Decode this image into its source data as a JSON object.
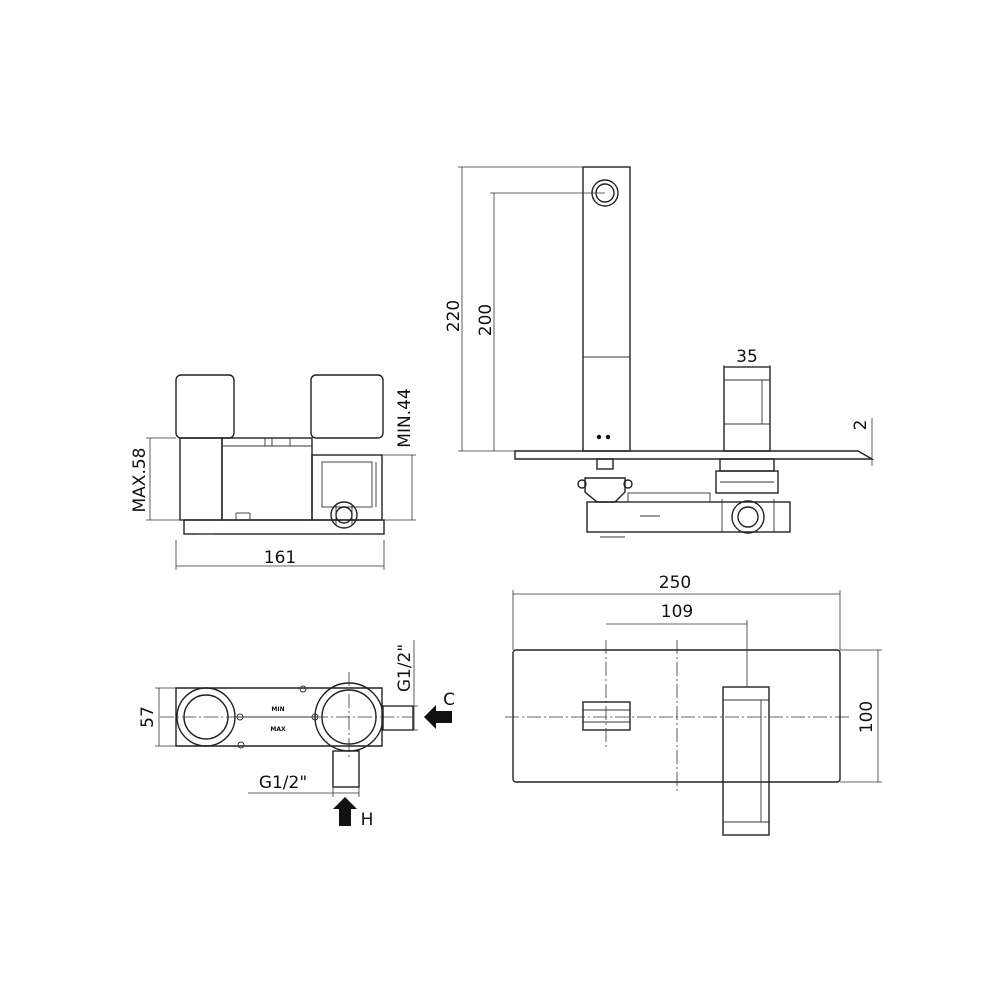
{
  "side_view": {
    "width_dim": "161",
    "max_depth_dim": "MAX.58",
    "min_depth_dim": "MIN.44"
  },
  "front_elevation": {
    "total_height_dim": "220",
    "spout_height_dim": "200",
    "handle_width_dim": "35",
    "plate_thickness_dim": "2"
  },
  "cover_plate": {
    "width_dim": "250",
    "spout_offset_dim": "109",
    "height_dim": "100"
  },
  "box_top_view": {
    "depth_dim": "57",
    "cold_thread": "G1/2\"",
    "hot_thread": "G1/2\"",
    "cold_label": "C",
    "hot_label": "H",
    "min_mark": "MIN",
    "max_mark": "MAX"
  }
}
